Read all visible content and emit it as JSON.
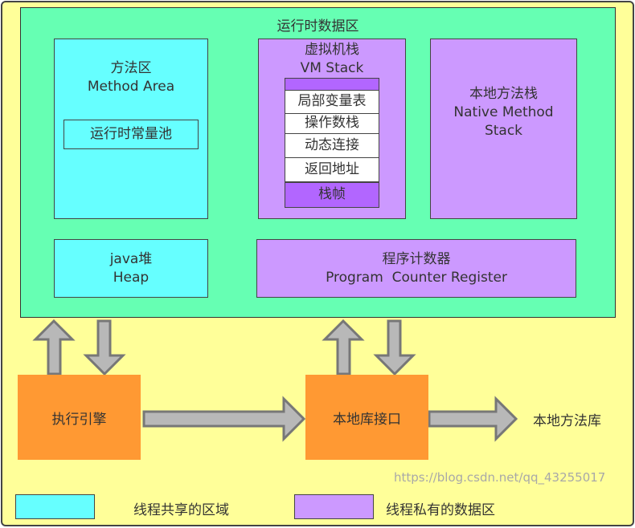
{
  "runtime_area": {
    "title": "运行时数据区"
  },
  "method_area": {
    "title_cn": "方法区",
    "title_en": "Method Area",
    "constant_pool": "运行时常量池"
  },
  "vm_stack": {
    "title_cn": "虚拟机栈",
    "title_en": "VM Stack",
    "frame_items": [
      "局部变量表",
      "操作数栈",
      "动态连接",
      "返回地址"
    ],
    "frame_label": "栈帧"
  },
  "native_stack": {
    "title_cn": "本地方法栈",
    "title_en_1": "Native Method",
    "title_en_2": "Stack"
  },
  "heap": {
    "title_cn": "java堆",
    "title_en": "Heap"
  },
  "pc_register": {
    "title_cn": "程序计数器",
    "title_en": "Program  Counter Register"
  },
  "execution_engine": "执行引擎",
  "native_interface": "本地库接口",
  "native_library": "本地方法库",
  "legend": {
    "shared": "线程共享的区域",
    "private": "线程私有的数据区"
  },
  "watermark": "https://blog.csdn.net/qq_43255017",
  "colors": {
    "background": "#ffff99",
    "runtime": "#66ffb3",
    "shared": "#66ffff",
    "private": "#cc99ff",
    "frame": "#b266ff",
    "component": "#ff9933",
    "arrow": "#b8b8b8"
  }
}
